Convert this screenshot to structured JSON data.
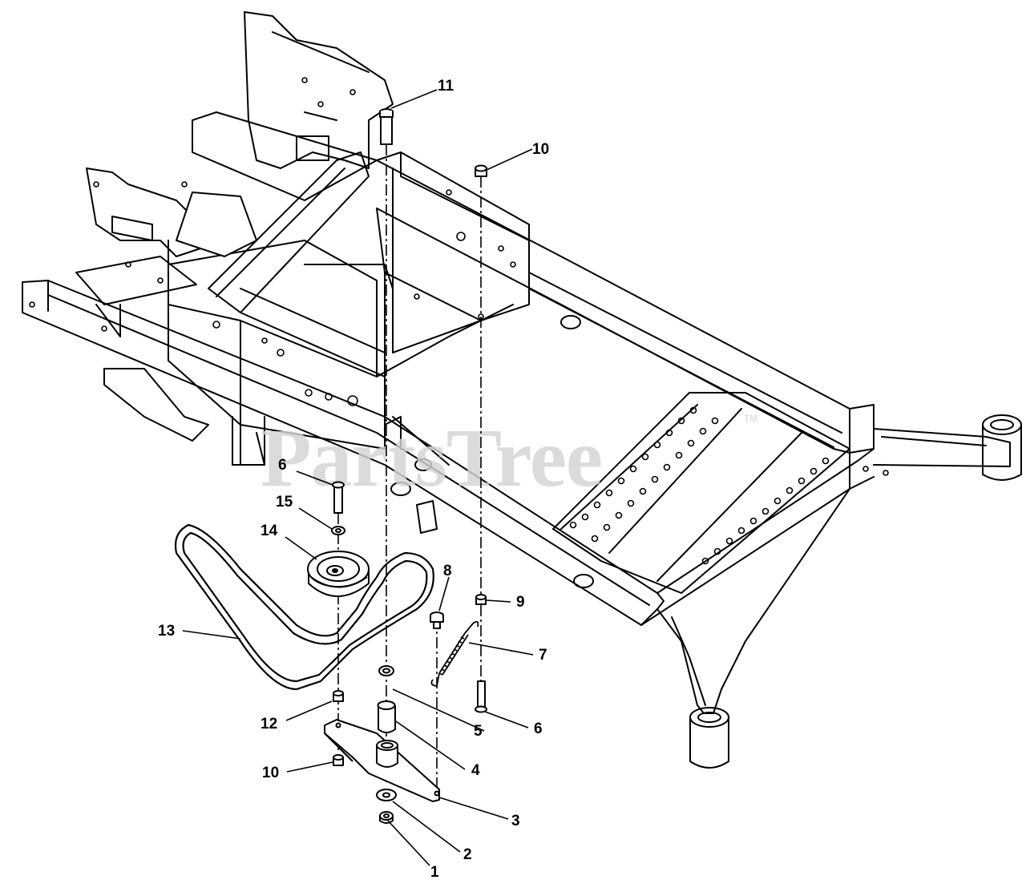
{
  "watermark": {
    "text": "PartsTree",
    "trademark": "TM"
  },
  "callouts": [
    {
      "id": "c11",
      "label": "11"
    },
    {
      "id": "c10a",
      "label": "10"
    },
    {
      "id": "c6a",
      "label": "6"
    },
    {
      "id": "c15",
      "label": "15"
    },
    {
      "id": "c14",
      "label": "14"
    },
    {
      "id": "c8",
      "label": "8"
    },
    {
      "id": "c9",
      "label": "9"
    },
    {
      "id": "c13",
      "label": "13"
    },
    {
      "id": "c7",
      "label": "7"
    },
    {
      "id": "c12",
      "label": "12"
    },
    {
      "id": "c5",
      "label": "5"
    },
    {
      "id": "c6b",
      "label": "6"
    },
    {
      "id": "c4",
      "label": "4"
    },
    {
      "id": "c10b",
      "label": "10"
    },
    {
      "id": "c3",
      "label": "3"
    },
    {
      "id": "c2",
      "label": "2"
    },
    {
      "id": "c1",
      "label": "1"
    }
  ]
}
